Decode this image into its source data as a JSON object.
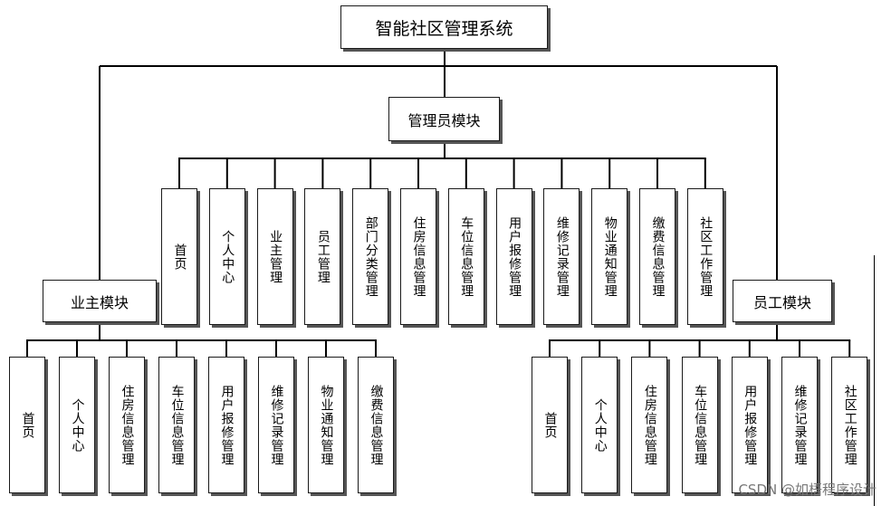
{
  "root": {
    "label": "智能社区管理系统"
  },
  "admin": {
    "label": "管理员模块",
    "children": [
      "首页",
      "个人中心",
      "业主管理",
      "员工管理",
      "部门分类管理",
      "住房信息管理",
      "车位信息管理",
      "用户报修管理",
      "维修记录管理",
      "物业通知管理",
      "缴费信息管理",
      "社区工作管理"
    ]
  },
  "owner": {
    "label": "业主模块",
    "children": [
      "首页",
      "个人中心",
      "住房信息管理",
      "车位信息管理",
      "用户报修管理",
      "维修记录管理",
      "物业通知管理",
      "缴费信息管理"
    ]
  },
  "staff": {
    "label": "员工模块",
    "children": [
      "首页",
      "个人中心",
      "住房信息管理",
      "车位信息管理",
      "用户报修管理",
      "维修记录管理",
      "社区工作管理"
    ]
  },
  "watermark": "CSDN @如梧程序设计"
}
